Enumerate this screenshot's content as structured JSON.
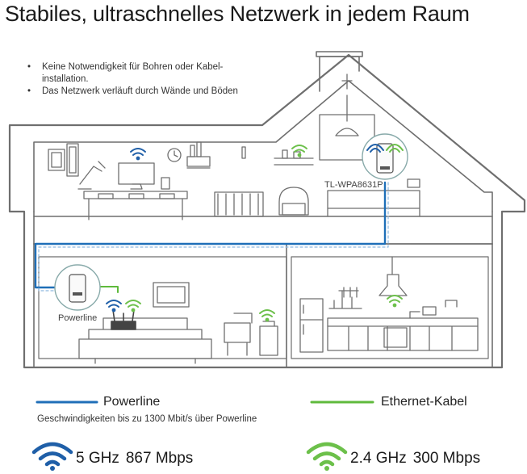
{
  "title": "Stabiles, ultraschnelles Netzwerk in jedem Raum",
  "bullets": [
    "Keine Notwendigkeit für Bohren oder Kabel-installation.",
    "Das Netzwerk verläuft durch Wände und Böden"
  ],
  "bullet_lines": [
    "Keine Notwendigkeit für Bohren oder Kabel-",
    "installation.",
    "Das Netzwerk verläuft durch Wände und Böden"
  ],
  "device_labels": {
    "extender": "TL-WPA8631P",
    "adapter": "Powerline"
  },
  "legend": {
    "powerline": "Powerline",
    "ethernet": "Ethernet-Kabel",
    "speed_note": "Geschwindigkeiten bis zu 1300 Mbit/s über Powerline"
  },
  "speeds": {
    "band_5": "5 GHz",
    "rate_5": "867 Mbps",
    "band_24": "2.4 GHz",
    "rate_24": "300 Mbps"
  },
  "colors": {
    "powerline_blue": "#1f6fb8",
    "ethernet_green": "#5fba3c",
    "wifi_blue": "#1f5fa8",
    "wifi_green": "#6cc04a",
    "line_gray": "#6f6f6f"
  },
  "icons": [
    "house-outline-icon",
    "wifi-icon",
    "powerline-adapter-icon",
    "router-icon"
  ]
}
